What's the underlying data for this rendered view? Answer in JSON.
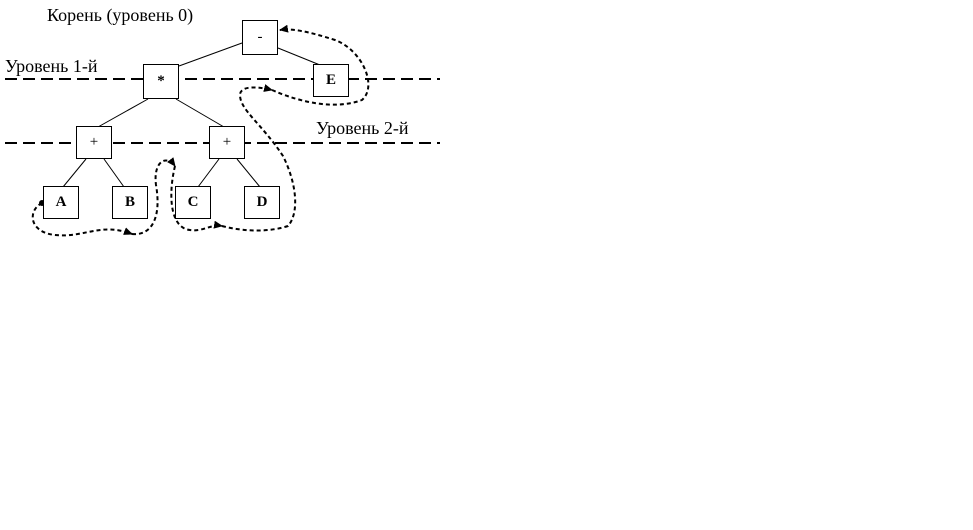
{
  "labels": {
    "root_level": "Корень (уровень 0)",
    "level_1": "Уровень 1-й",
    "level_2": "Уровень 2-й"
  },
  "nodes": {
    "root": "-",
    "mul": "*",
    "e": "E",
    "plus_left": "+",
    "plus_right": "+",
    "a": "A",
    "b": "B",
    "c": "C",
    "d": "D"
  },
  "colors": {
    "stroke": "#000000",
    "background": "#ffffff"
  }
}
